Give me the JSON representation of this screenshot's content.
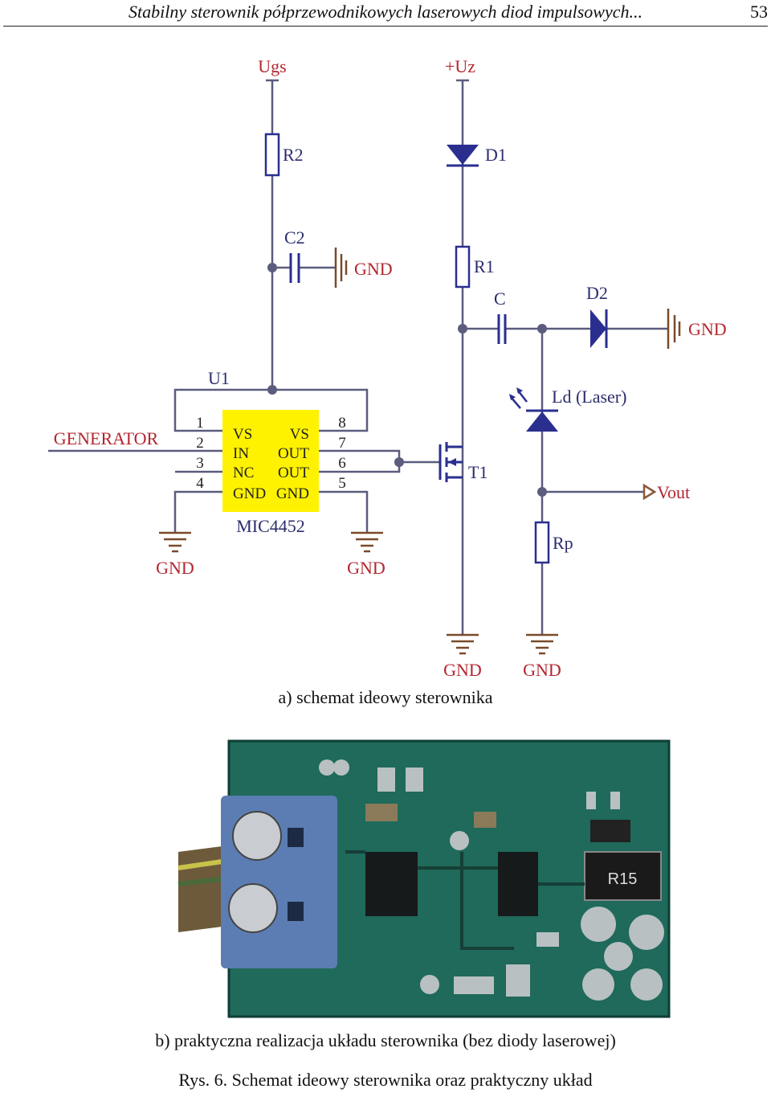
{
  "header": {
    "title": "Stabilny sterownik półprzewodnikowych laserowych diod impulsowych...",
    "page_number": "53"
  },
  "schematic": {
    "nets": {
      "ugs": "Ugs",
      "uz": "+Uz",
      "generator": "GENERATOR",
      "vout": "Vout",
      "gnd": "GND"
    },
    "components": {
      "r2": "R2",
      "c2": "C2",
      "d1": "D1",
      "r1": "R1",
      "c": "C",
      "d2": "D2",
      "u1": "U1",
      "ld": "Ld (Laser)",
      "t1": "T1",
      "rp": "Rp",
      "ic": "MIC4452"
    },
    "ic_pins_left": [
      {
        "num": "1",
        "name": "VS"
      },
      {
        "num": "2",
        "name": "IN"
      },
      {
        "num": "3",
        "name": "NC"
      },
      {
        "num": "4",
        "name": "GND"
      }
    ],
    "ic_pins_right": [
      {
        "num": "8",
        "name": "VS"
      },
      {
        "num": "7",
        "name": "OUT"
      },
      {
        "num": "6",
        "name": "OUT"
      },
      {
        "num": "5",
        "name": "GND"
      }
    ],
    "caption": "a) schemat ideowy sterownika"
  },
  "photo": {
    "marking": "R15",
    "caption": "b) praktyczna realizacja układu sterownika (bez diody laserowej)"
  },
  "figure_caption": "Rys. 6. Schemat ideowy sterownika oraz praktyczny układ",
  "colors": {
    "wire": "#5b5c7e",
    "component": "#2a2f8f",
    "net_label": "#b3262f",
    "ic_fill": "#fff200",
    "pcb": "#1f6a5a",
    "terminal": "#5b7db3"
  }
}
